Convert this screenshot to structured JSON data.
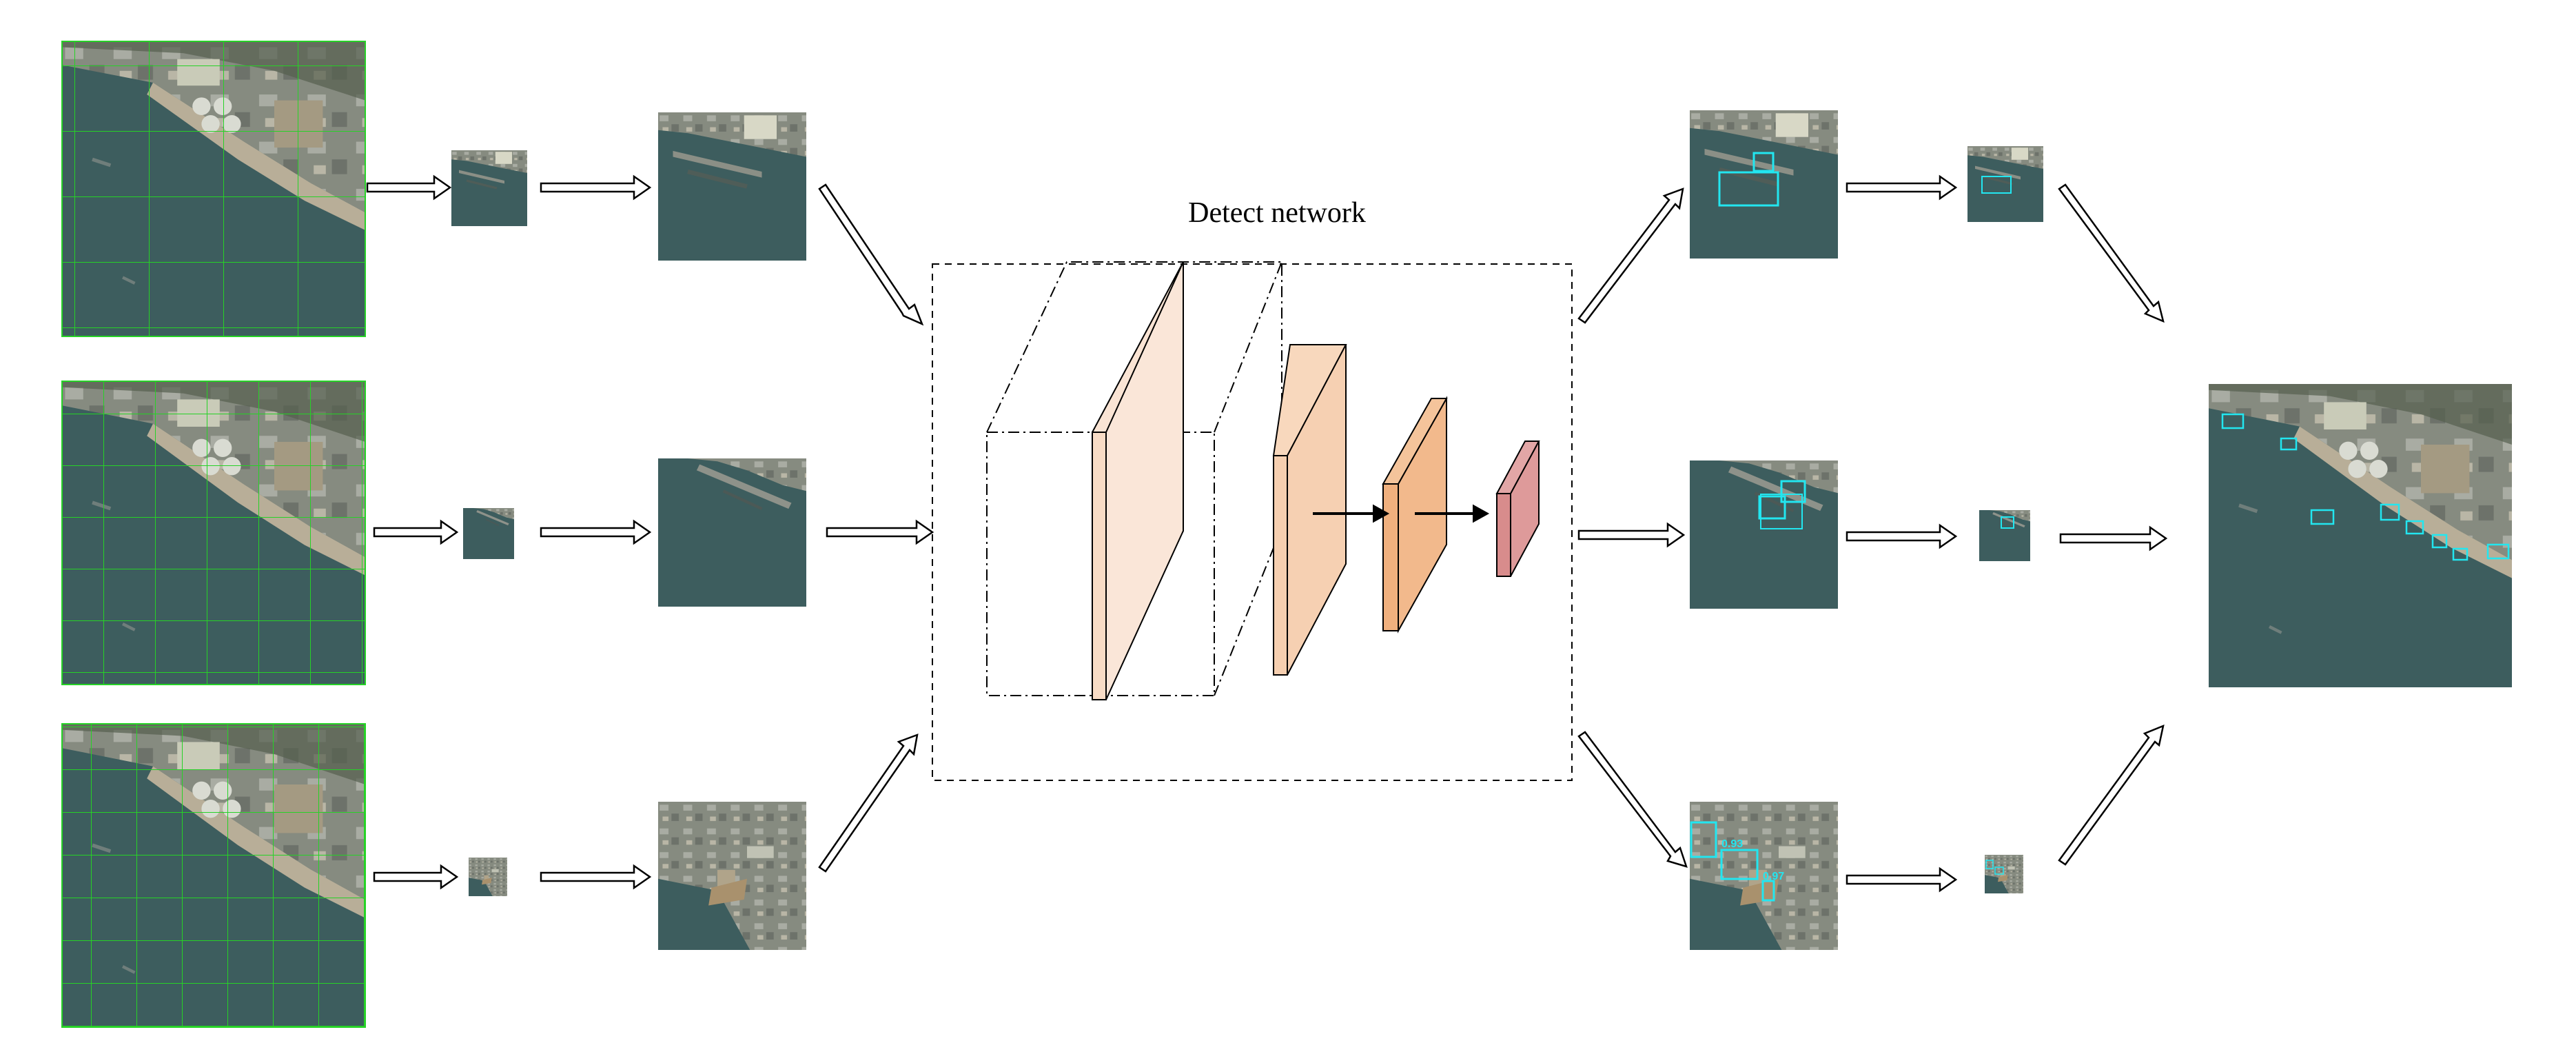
{
  "diagram": {
    "title": "Detect network",
    "detection_scores": [
      "0.93",
      "0.97"
    ],
    "colors": {
      "sea": "#3d5d5e",
      "grid": "#26d226",
      "box": "#22e6f0",
      "layer1": "#fae4d4",
      "layer2": "#f6cfb0",
      "layer3": "#f0b07e",
      "layer4": "#d88c8c"
    }
  }
}
